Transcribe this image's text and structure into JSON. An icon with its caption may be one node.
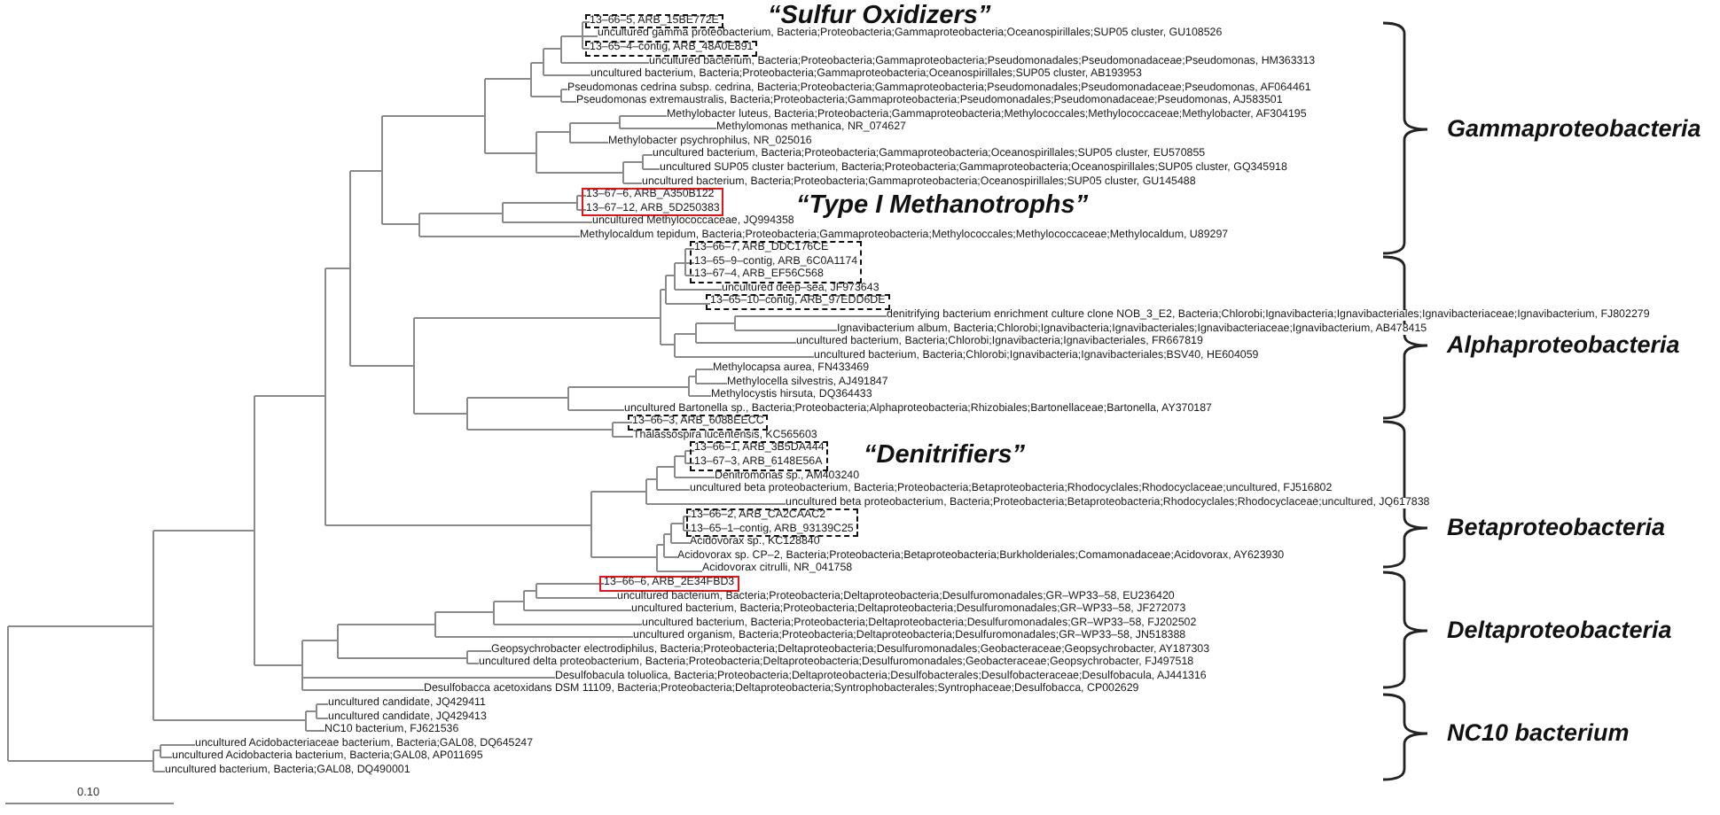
{
  "diagram": {
    "nodes": [
      {
        "text": [],
        "shape": "box"
      },
      {
        "text": [
          "13–66–5, ARB_15BE772E"
        ],
        "in": 0
      },
      {
        "text": [
          "uncultured gamma proteobacterium, Bacteria;Proteobacteria;Gammaproteobacteria;Oceanospirillales;SUP05 cluster, GU108526"
        ]
      },
      {
        "text": [],
        "shape": "box"
      },
      {
        "text": [
          "13–65–4–contig, ARB_48A0E891"
        ],
        "in": 3
      },
      {
        "text": [
          "uncultured bacterium, Bacteria;Proteobacteria;Gammaproteobacteria;Pseudomonadales;Pseudomonadaceae;Pseudomonas, HM363313"
        ]
      },
      {
        "text": [
          "uncultured bacterium, Bacteria;Proteobacteria;Gammaproteobacteria;Oceanospirillales;SUP05 cluster, AB193953"
        ]
      },
      {
        "text": [
          "Pseudomonas cedrina subsp. cedrina, Bacteria;Proteobacteria;Gammaproteobacteria;Pseudomonadales;Pseudomonadaceae;Pseudomonas, AF064461"
        ]
      },
      {
        "text": [
          "Pseudomonas extremaustralis, Bacteria;Proteobacteria;Gammaproteobacteria;Pseudomonadales;Pseudomonadaceae;Pseudomonas, AJ583501"
        ]
      },
      {
        "text": [
          "Methylobacter luteus, Bacteria;Proteobacteria;Gammaproteobacteria;Methylococcales;Methylococcaceae;Methylobacter, AF304195"
        ]
      },
      {
        "text": [
          "Methylomonas methanica, NR_074627"
        ]
      },
      {
        "text": [
          "Methylobacter psychrophilus, NR_025016"
        ]
      },
      {
        "text": [
          "uncultured bacterium, Bacteria;Proteobacteria;Gammaproteobacteria;Oceanospirillales;SUP05 cluster, EU570855"
        ]
      },
      {
        "text": [
          "uncultured SUP05 cluster bacterium, Bacteria;Proteobacteria;Gammaproteobacteria;Oceanospirillales;SUP05 cluster, GQ345918"
        ]
      },
      {
        "text": [
          "uncultured bacterium, Bacteria;Proteobacteria;Gammaproteobacteria;Oceanospirillales;SUP05 cluster, GU145488"
        ]
      },
      {
        "text": [],
        "shape": "box"
      },
      {
        "text": [
          "13–67–6, ARB_A350B122"
        ],
        "in": 15
      },
      {
        "text": [
          "13–67–12, ARB_5D250383"
        ],
        "in": 15
      },
      {
        "text": [
          "uncultured Methylococcaceae, JQ994358"
        ]
      },
      {
        "text": [
          "Methylocaldum tepidum, Bacteria;Proteobacteria;Gammaproteobacteria;Methylococcales;Methylococcaceae;Methylocaldum, U89297"
        ]
      },
      {
        "text": [],
        "shape": "box"
      },
      {
        "text": [
          "13–66–7, ARB_DDC176CE"
        ],
        "in": 20
      },
      {
        "text": [
          "13–65–9–contig, ARB_6C0A1174"
        ],
        "in": 20
      },
      {
        "text": [
          "13–67–4, ARB_EF56C568"
        ],
        "in": 20
      },
      {
        "text": [
          "uncultured deep–sea, JF973643"
        ]
      },
      {
        "text": [],
        "shape": "box"
      },
      {
        "text": [
          "13–65–10–contig, ARB_97EDD6DE"
        ],
        "in": 25
      },
      {
        "text": [
          "denitrifying bacterium enrichment culture clone NOB_3_E2, Bacteria;Chlorobi;Ignavibacteria;Ignavibacteriales;Ignavibacteriaceae;Ignavibacterium, FJ802279"
        ]
      },
      {
        "text": [
          "Ignavibacterium album, Bacteria;Chlorobi;Ignavibacteria;Ignavibacteriales;Ignavibacteriaceae;Ignavibacterium, AB478415"
        ]
      },
      {
        "text": [
          "uncultured bacterium, Bacteria;Chlorobi;Ignavibacteria;Ignavibacteriales, FR667819"
        ]
      },
      {
        "text": [
          "uncultured bacterium, Bacteria;Chlorobi;Ignavibacteria;Ignavibacteriales;BSV40, HE604059"
        ]
      },
      {
        "text": [
          "Methylocapsa aurea, FN433469"
        ]
      },
      {
        "text": [
          "Methylocella silvestris, AJ491847"
        ]
      },
      {
        "text": [
          "Methylocystis hirsuta, DQ364433"
        ]
      },
      {
        "text": [
          "uncultured Bartonella sp., Bacteria;Proteobacteria;Alphaproteobacteria;Rhizobiales;Bartonellaceae;Bartonella, AY370187"
        ]
      },
      {
        "text": [],
        "shape": "box"
      },
      {
        "text": [
          "13–66–3, ARB_6088EECC"
        ],
        "in": 35
      },
      {
        "text": [
          "Thalassospira lucentensis, KC565603"
        ]
      },
      {
        "text": [],
        "shape": "box"
      },
      {
        "text": [
          "13–66–1, ARB_3B5DA444"
        ],
        "in": 38
      },
      {
        "text": [
          "13–67–3, ARB_6148E56A"
        ],
        "in": 38
      },
      {
        "text": [
          "Denitromonas sp., AM403240"
        ]
      },
      {
        "text": [
          "uncultured beta proteobacterium, Bacteria;Proteobacteria;Betaproteobacteria;Rhodocyclales;Rhodocyclaceae;uncultured, FJ516802"
        ]
      },
      {
        "text": [
          "uncultured beta proteobacterium, Bacteria;Proteobacteria;Betaproteobacteria;Rhodocyclales;Rhodocyclaceae;uncultured, JQ617838"
        ]
      },
      {
        "text": [],
        "shape": "box"
      },
      {
        "text": [
          "13–66–2, ARB_CA2CAAC2"
        ],
        "in": 44
      },
      {
        "text": [
          "13–65–1–contig, ARB_93139C25"
        ],
        "in": 44
      },
      {
        "text": [
          "Acidovorax sp., KC128840"
        ]
      },
      {
        "text": [
          "Acidovorax sp. CP–2, Bacteria;Proteobacteria;Betaproteobacteria;Burkholderiales;Comamonadaceae;Acidovorax, AY623930"
        ]
      },
      {
        "text": [
          "Acidovorax citrulli, NR_041758"
        ]
      },
      {
        "text": [],
        "shape": "box"
      },
      {
        "text": [
          "13–66–6, ARB_2E34FBD3"
        ],
        "in": 50
      },
      {
        "text": [
          "uncultured bacterium, Bacteria;Proteobacteria;Deltaproteobacteria;Desulfuromonadales;GR–WP33–58, EU236420"
        ]
      },
      {
        "text": [
          "uncultured bacterium, Bacteria;Proteobacteria;Deltaproteobacteria;Desulfuromonadales;GR–WP33–58, JF272073"
        ]
      },
      {
        "text": [
          "uncultured bacterium, Bacteria;Proteobacteria;Deltaproteobacteria;Desulfuromonadales;GR–WP33–58, FJ202502"
        ]
      },
      {
        "text": [
          "uncultured organism, Bacteria;Proteobacteria;Deltaproteobacteria;Desulfuromonadales;GR–WP33–58, JN518388"
        ]
      },
      {
        "text": [
          "Geopsychrobacter electrodiphilus, Bacteria;Proteobacteria;Deltaproteobacteria;Desulfuromonadales;Geobacteraceae;Geopsychrobacter, AY187303"
        ]
      },
      {
        "text": [
          "uncultured delta proteobacterium, Bacteria;Proteobacteria;Deltaproteobacteria;Desulfuromonadales;Geobacteraceae;Geopsychrobacter, FJ497518"
        ]
      },
      {
        "text": [
          "Desulfobacula toluolica, Bacteria;Proteobacteria;Deltaproteobacteria;Desulfobacterales;Desulfobacteraceae;Desulfobacula, AJ441316"
        ]
      },
      {
        "text": [
          "Desulfobacca acetoxidans DSM 11109, Bacteria;Proteobacteria;Deltaproteobacteria;Syntrophobacterales;Syntrophaceae;Desulfobacca, CP002629"
        ]
      },
      {
        "text": [
          "uncultured candidate, JQ429411"
        ]
      },
      {
        "text": [
          "uncultured candidate, JQ429413"
        ]
      },
      {
        "text": [
          "NC10 bacterium, FJ621536"
        ]
      },
      {
        "text": [
          "uncultured Acidobacteriaceae bacterium, Bacteria;GAL08, DQ645247"
        ]
      },
      {
        "text": [
          "uncultured Acidobacteria bacterium, Bacteria;GAL08, AP011695"
        ]
      },
      {
        "text": [
          "uncultured bacterium, Bacteria;GAL08, DQ490001"
        ]
      }
    ],
    "edges": [
      {
        "from": null,
        "to": 1,
        "arrow": "none"
      },
      {
        "from": null,
        "to": 2,
        "arrow": "none"
      },
      {
        "from": null,
        "to": 4,
        "arrow": "none"
      },
      {
        "from": null,
        "to": 5,
        "arrow": "none"
      },
      {
        "from": null,
        "to": 6,
        "arrow": "none"
      },
      {
        "from": null,
        "to": 7,
        "arrow": "none"
      },
      {
        "from": null,
        "to": 8,
        "arrow": "none"
      },
      {
        "from": null,
        "to": 9,
        "arrow": "none"
      },
      {
        "from": null,
        "to": 10,
        "arrow": "none"
      },
      {
        "from": null,
        "to": 11,
        "arrow": "none"
      },
      {
        "from": null,
        "to": 12,
        "arrow": "none"
      },
      {
        "from": null,
        "to": 13,
        "arrow": "none"
      },
      {
        "from": null,
        "to": 14,
        "arrow": "none"
      },
      {
        "from": null,
        "to": 16,
        "arrow": "none"
      },
      {
        "from": null,
        "to": 17,
        "arrow": "none"
      },
      {
        "from": null,
        "to": 18,
        "arrow": "none"
      },
      {
        "from": null,
        "to": 19,
        "arrow": "none"
      },
      {
        "from": null,
        "to": 21,
        "arrow": "none"
      },
      {
        "from": null,
        "to": 22,
        "arrow": "none"
      },
      {
        "from": null,
        "to": 23,
        "arrow": "none"
      },
      {
        "from": null,
        "to": 24,
        "arrow": "none"
      },
      {
        "from": null,
        "to": 26,
        "arrow": "none"
      },
      {
        "from": null,
        "to": 27,
        "arrow": "none"
      },
      {
        "from": null,
        "to": 28,
        "arrow": "none"
      },
      {
        "from": null,
        "to": 29,
        "arrow": "none"
      },
      {
        "from": null,
        "to": 30,
        "arrow": "none"
      },
      {
        "from": null,
        "to": 31,
        "arrow": "none"
      },
      {
        "from": null,
        "to": 32,
        "arrow": "none"
      },
      {
        "from": null,
        "to": 33,
        "arrow": "none"
      },
      {
        "from": null,
        "to": 34,
        "arrow": "none"
      },
      {
        "from": null,
        "to": 36,
        "arrow": "none"
      },
      {
        "from": null,
        "to": 37,
        "arrow": "none"
      },
      {
        "from": null,
        "to": 39,
        "arrow": "none"
      },
      {
        "from": null,
        "to": 40,
        "arrow": "none"
      },
      {
        "from": null,
        "to": 41,
        "arrow": "none"
      },
      {
        "from": null,
        "to": 42,
        "arrow": "none"
      },
      {
        "from": null,
        "to": 43,
        "arrow": "none"
      },
      {
        "from": null,
        "to": 45,
        "arrow": "none"
      },
      {
        "from": null,
        "to": 46,
        "arrow": "none"
      },
      {
        "from": null,
        "to": 47,
        "arrow": "none"
      },
      {
        "from": null,
        "to": 48,
        "arrow": "none"
      },
      {
        "from": null,
        "to": 49,
        "arrow": "none"
      },
      {
        "from": null,
        "to": 51,
        "arrow": "none"
      },
      {
        "from": null,
        "to": 52,
        "arrow": "none"
      },
      {
        "from": null,
        "to": 53,
        "arrow": "none"
      },
      {
        "from": null,
        "to": 54,
        "arrow": "none"
      },
      {
        "from": null,
        "to": 55,
        "arrow": "none"
      },
      {
        "from": null,
        "to": 56,
        "arrow": "none"
      },
      {
        "from": null,
        "to": 57,
        "arrow": "none"
      },
      {
        "from": null,
        "to": 58,
        "arrow": "none"
      },
      {
        "from": null,
        "to": 59,
        "arrow": "none"
      },
      {
        "from": null,
        "to": 60,
        "arrow": "none"
      },
      {
        "from": null,
        "to": 61,
        "arrow": "none"
      },
      {
        "from": null,
        "to": 62,
        "arrow": "none"
      },
      {
        "from": null,
        "to": 63,
        "arrow": "none"
      },
      {
        "from": null,
        "to": 64,
        "arrow": "none"
      },
      {
        "from": null,
        "to": 65,
        "arrow": "none"
      }
    ],
    "labels": [
      "“Sulfur Oxidizers”",
      "Gammaproteobacteria",
      "“Type I Methanotrophs”",
      "Alphaproteobacteria",
      "“Denitrifiers”",
      "Betaproteobacteria",
      "Deltaproteobacteria",
      "NC10 bacterium",
      "0.10"
    ]
  }
}
